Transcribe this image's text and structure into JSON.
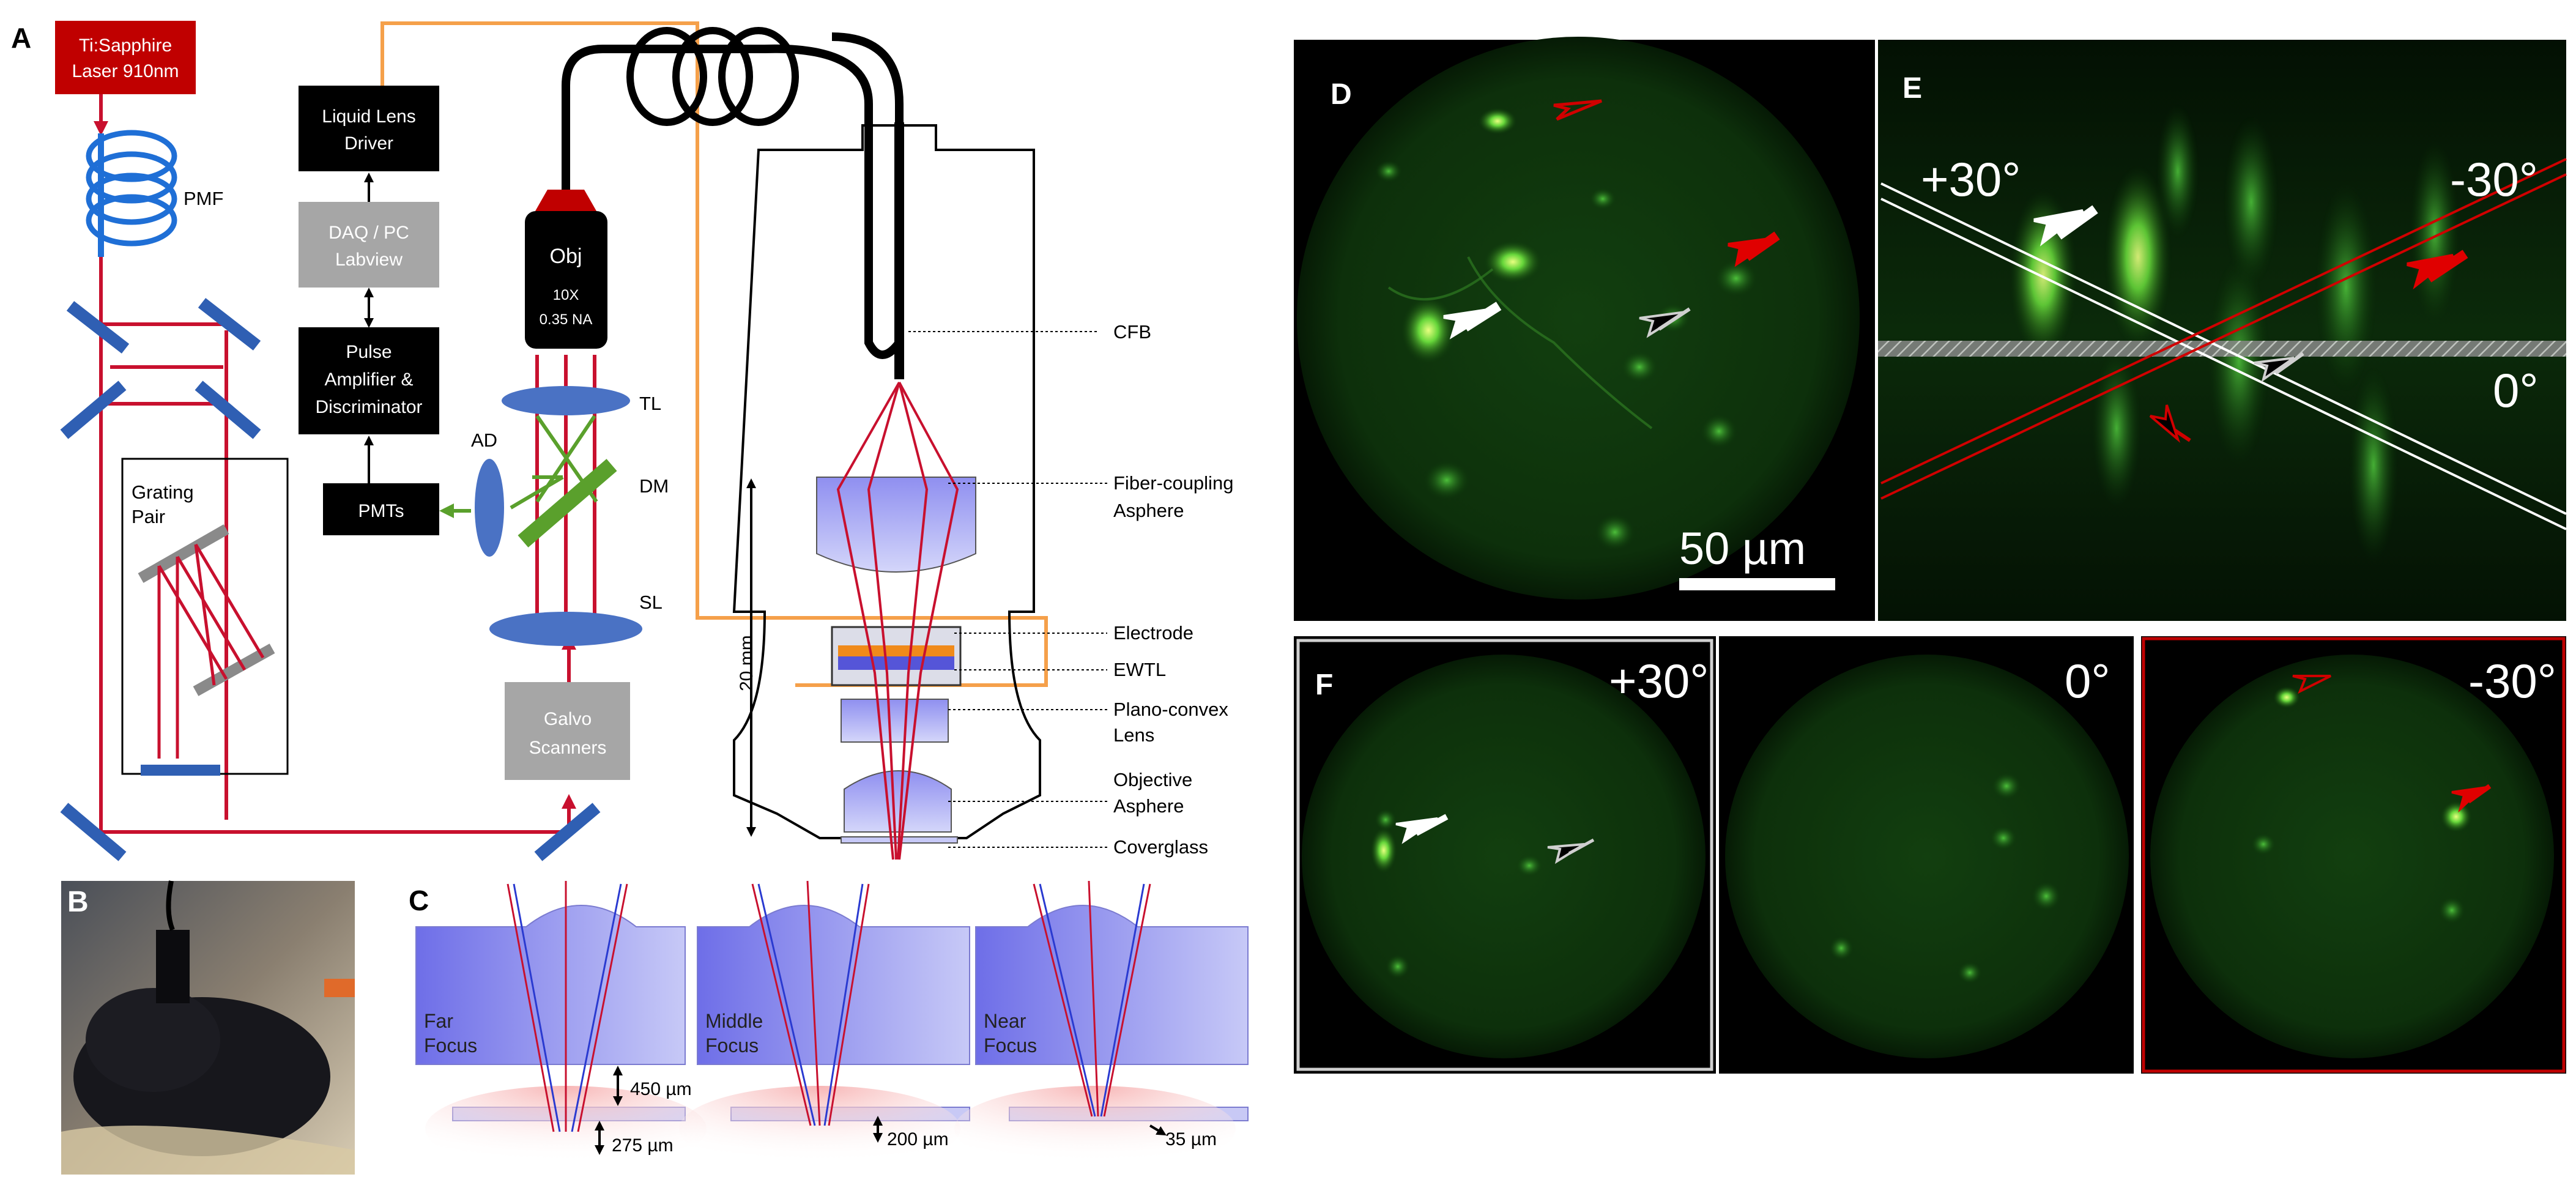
{
  "panels": {
    "a": "A",
    "b": "B",
    "c": "C",
    "d": "D",
    "e": "E",
    "f": "F"
  },
  "panel_a": {
    "laser_line1": "Ti:Sapphire",
    "laser_line2": "Laser 910nm",
    "pmf": "PMF",
    "grating_line1": "Grating",
    "grating_line2": "Pair",
    "liquid_lens_line1": "Liquid Lens",
    "liquid_lens_line2": "Driver",
    "daq_line1": "DAQ / PC",
    "daq_line2": "Labview",
    "pulse_line1": "Pulse",
    "pulse_line2": "Amplifier &",
    "pulse_line3": "Discriminator",
    "pmts": "PMTs",
    "obj_line1": "Obj",
    "obj_line2": "10X",
    "obj_line3": "0.35 NA",
    "tl": "TL",
    "dm": "DM",
    "ad": "AD",
    "sl": "SL",
    "galvo_line1": "Galvo",
    "galvo_line2": "Scanners",
    "cfb": "CFB",
    "fiber_asphere_line1": "Fiber-coupling",
    "fiber_asphere_line2": "Asphere",
    "electrode": "Electrode",
    "ewtl": "EWTL",
    "planoconvex_line1": "Plano-convex",
    "planoconvex_line2": "Lens",
    "obj_asphere_line1": "Objective",
    "obj_asphere_line2": "Asphere",
    "coverglass": "Coverglass",
    "dim_20mm": "20 mm"
  },
  "panel_c": {
    "lens1_line1": "Far",
    "lens1_line2": "Focus",
    "lens2_line1": "Middle",
    "lens2_line2": "Focus",
    "lens3_line1": "Near",
    "lens3_line2": "Focus",
    "dim_450": "450 µm",
    "dim_275": "275 µm",
    "dim_200": "200 µm",
    "dim_35": "35 µm"
  },
  "panel_d": {
    "scale_bar": "50 µm"
  },
  "panel_e": {
    "plus30": "+30°",
    "minus30": "-30°",
    "zero": "0°"
  },
  "panel_f": {
    "plus30": "+30°",
    "zero": "0°",
    "minus30": "-30°"
  },
  "colors": {
    "laser_red": "#c00000",
    "beam_red": "#c8102e",
    "pmf_blue": "#1f6fd6",
    "mirror_blue": "#2f5fb3",
    "fluor_green": "#5aa02c",
    "orange_path": "#f5a04a",
    "gray_box": "#a6a6a6",
    "black_box": "#000000"
  }
}
